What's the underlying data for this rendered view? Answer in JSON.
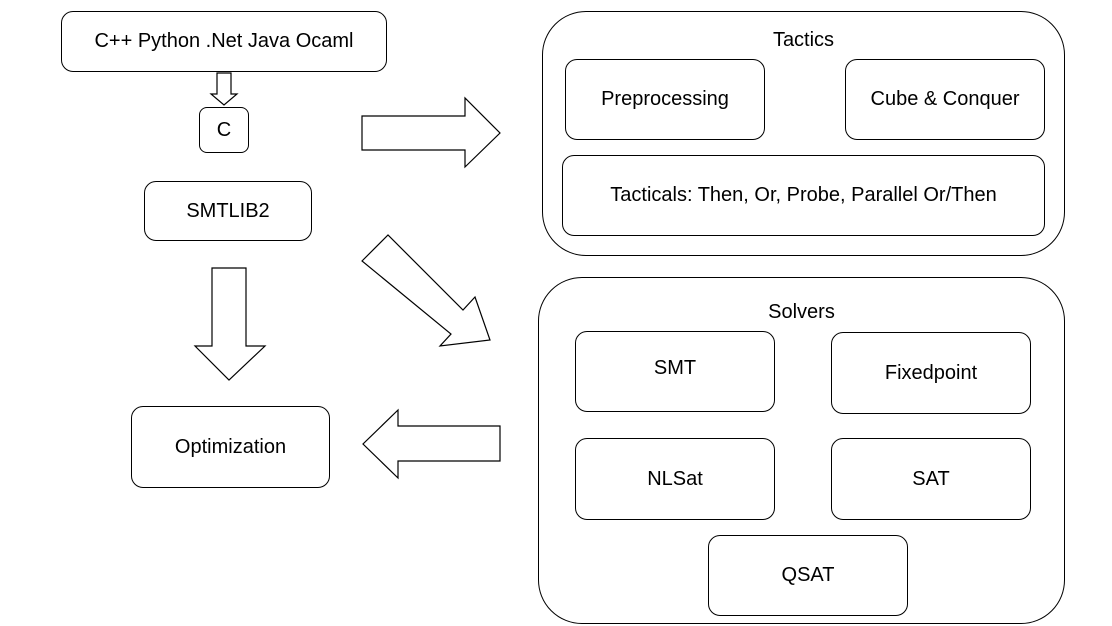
{
  "nodes": {
    "languages": "C++ Python .Net Java Ocaml",
    "c": "C",
    "smtlib2": "SMTLIB2",
    "optimization": "Optimization"
  },
  "tactics": {
    "title": "Tactics",
    "preprocessing": "Preprocessing",
    "cube_conquer": "Cube & Conquer",
    "tacticals": "Tacticals: Then, Or, Probe, Parallel Or/Then"
  },
  "solvers": {
    "title": "Solvers",
    "smt": "SMT",
    "fixedpoint": "Fixedpoint",
    "nlsat": "NLSat",
    "sat": "SAT",
    "qsat": "QSAT"
  }
}
